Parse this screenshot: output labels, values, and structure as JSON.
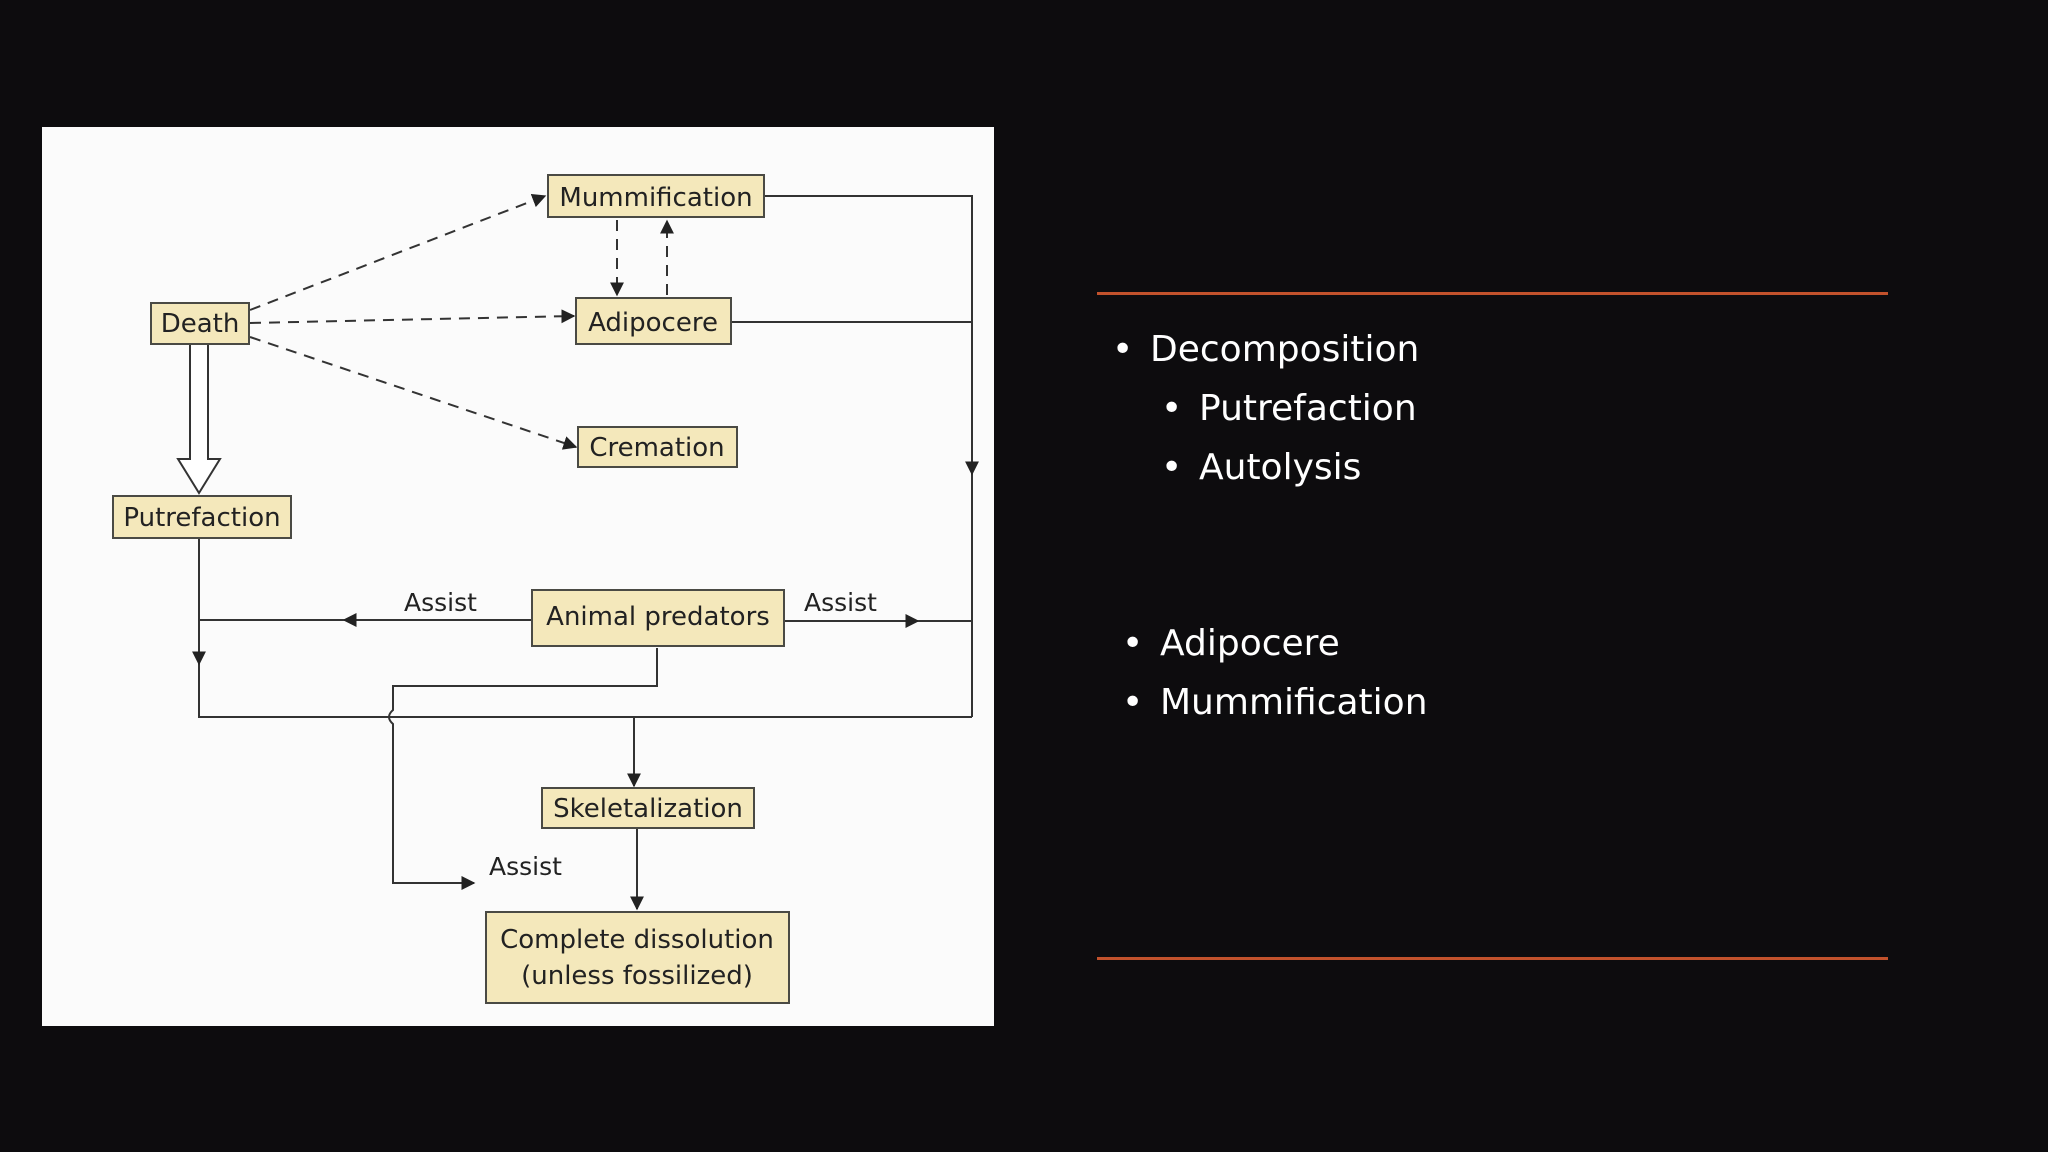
{
  "diagram": {
    "nodes": {
      "mummification": "Mummification",
      "adipocere": "Adipocere",
      "death": "Death",
      "cremation": "Cremation",
      "putrefaction": "Putrefaction",
      "animal_predators": "Animal predators",
      "skeletalization": "Skeletalization",
      "complete_dissolution_line1": "Complete dissolution",
      "complete_dissolution_line2": "(unless fossilized)"
    },
    "edge_labels": {
      "assist_left": "Assist",
      "assist_right": "Assist",
      "assist_bottom": "Assist"
    }
  },
  "colors": {
    "background": "#0d0c0e",
    "node_fill": "#f4e8bb",
    "accent_rule": "#c2522c",
    "text": "#ffffff"
  },
  "bullets_top": {
    "main": "Decomposition",
    "sub": [
      "Putrefaction",
      "Autolysis"
    ]
  },
  "bullets_bottom": [
    "Adipocere",
    "Mummification"
  ]
}
